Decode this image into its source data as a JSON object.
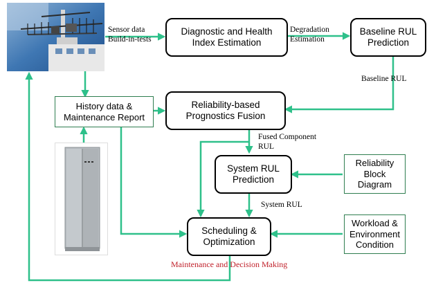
{
  "colors": {
    "arrow": "#2ec08a",
    "box_border": "#000000",
    "square_border": "#2e7d4f",
    "accent_red": "#c0202a"
  },
  "nodes": {
    "diagnostic": "Diagnostic and Health\nIndex Estimation",
    "baseline_rul": "Baseline RUL\nPrediction",
    "history": "History data &\nMaintenance Report",
    "fusion": "Reliability-based\nPrognostics Fusion",
    "system_rul": "System RUL\nPrediction",
    "rbd": "Reliability\nBlock\nDiagram",
    "scheduling": "Scheduling &\nOptimization",
    "workload": "Workload &\nEnvironment\nCondition"
  },
  "edge_labels": {
    "sensor": "Sensor data\nBuild-in-tests",
    "degradation": "Degradation\nEstimation",
    "baseline": "Baseline RUL",
    "fused": "Fused Component\nRUL",
    "system": "System RUL",
    "maintenance": "Maintenance and Decision Making"
  },
  "images": {
    "antenna": "antenna-array-photo",
    "cabinet": "equipment-cabinet-photo"
  }
}
